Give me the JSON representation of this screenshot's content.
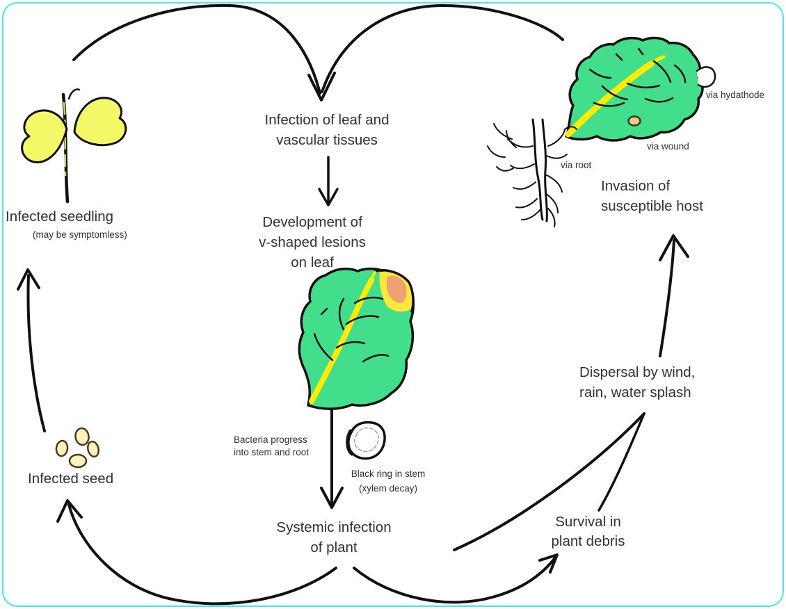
{
  "labels": {
    "infection_line1": "Infection of leaf and",
    "infection_line2": "vascular tissues",
    "development_line1": "Development of",
    "development_line2": "v-shaped lesions",
    "development_line3": "on leaf",
    "infected_seedling": "Infected seedling",
    "infected_seedling_note": "(may be symptomless)",
    "invasion_line1": "Invasion of",
    "invasion_line2": "susceptible host",
    "via_hydathode": "via hydathode",
    "via_wound": "via wound",
    "via_root": "via root",
    "dispersal_line1": "Dispersal by wind,",
    "dispersal_line2": "rain, water splash",
    "bacteria_line1": "Bacteria progress",
    "bacteria_line2": "into stem and root",
    "black_ring_line1": "Black ring in stem",
    "black_ring_line2": "(xylem decay)",
    "systemic_line1": "Systemic infection",
    "systemic_line2": "of plant",
    "infected_seed": "Infected seed",
    "survival_line1": "Survival in",
    "survival_line2": "plant debris"
  },
  "colors": {
    "border_cyan": "#44EAEA",
    "leaf_green": "#42DE8C",
    "midrib_yellow": "#FFEC00",
    "lesion_yellow": "#FFE83A",
    "lesion_orange": "#F0A173",
    "cotyledon_yellow": "#F4F96A",
    "stem_green": "#BFE25A",
    "seed_fill": "#FCF4BE",
    "seed_outline": "#53361B",
    "wound_spot": "#E6CE7E",
    "ink": "#111111",
    "text": "#30303A"
  }
}
